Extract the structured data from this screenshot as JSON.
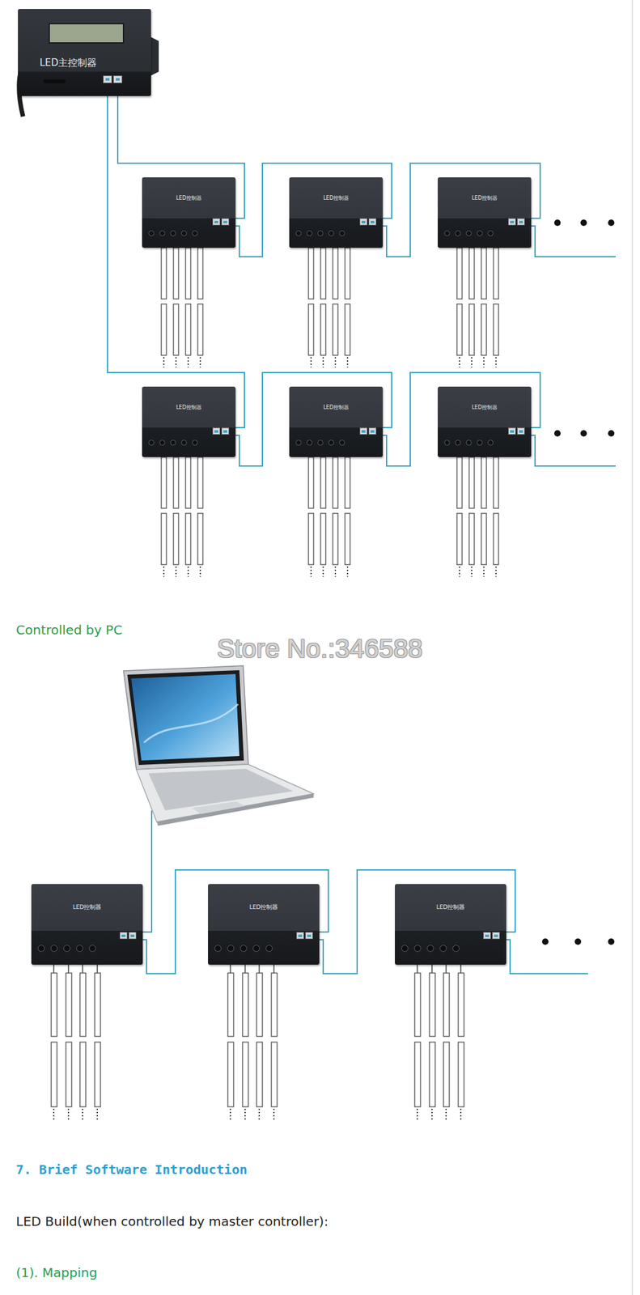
{
  "diagram": {
    "nodes": [
      {
        "text": [
          "LED主控制器"
        ]
      },
      {
        "text": [
          "LED控制器"
        ]
      },
      {
        "text": [
          "LED控制器"
        ]
      },
      {
        "text": [
          "LED控制器"
        ]
      },
      {
        "text": [
          "LED控制器"
        ]
      },
      {
        "text": [
          "LED控制器"
        ]
      },
      {
        "text": [
          "LED控制器"
        ]
      },
      {
        "text": [
          "LED控制器"
        ]
      },
      {
        "text": [
          "LED控制器"
        ]
      },
      {
        "text": [
          "LED控制器"
        ]
      }
    ],
    "edges": [
      {
        "from": 0,
        "to": 1,
        "arrow": "none"
      },
      {
        "from": 1,
        "to": 2,
        "arrow": "none"
      },
      {
        "from": 2,
        "to": 3,
        "arrow": "none"
      },
      {
        "from": 0,
        "to": 4,
        "arrow": "none"
      },
      {
        "from": 4,
        "to": 5,
        "arrow": "none"
      },
      {
        "from": 5,
        "to": 6,
        "arrow": "none"
      },
      {
        "from": 7,
        "to": 8,
        "arrow": "none"
      },
      {
        "from": 8,
        "to": 9,
        "arrow": "none"
      }
    ],
    "labels": [
      "Controlled by PC",
      "Store No.:346588",
      "7. Brief Software Introduction",
      "LED Build(when controlled by master controller):",
      "(1). Mapping"
    ]
  }
}
